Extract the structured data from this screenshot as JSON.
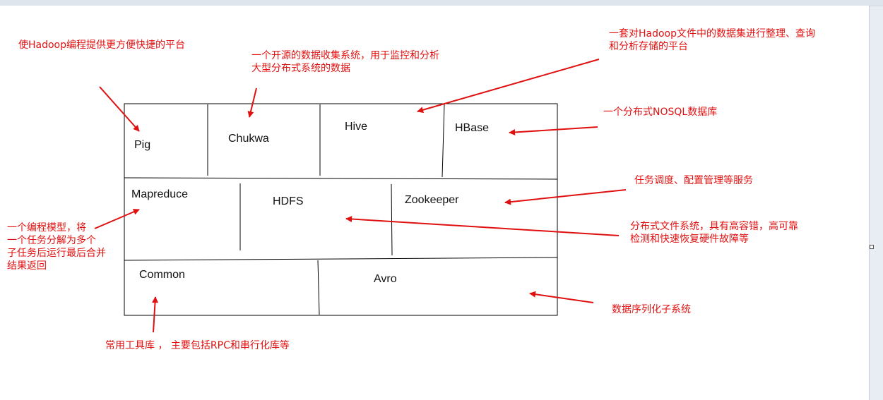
{
  "components": {
    "pig": "Pig",
    "chukwa": "Chukwa",
    "hive": "Hive",
    "hbase": "HBase",
    "mapreduce": "Mapreduce",
    "hdfs": "HDFS",
    "zookeeper": "Zookeeper",
    "common": "Common",
    "avro": "Avro"
  },
  "annotations": {
    "pig": [
      "使Hadoop编程提供更方便快捷的平台"
    ],
    "chukwa": [
      "一个开源的数据收集系统，用于监控和分析",
      "大型分布式系统的数据"
    ],
    "hive": [
      "一套对Hadoop文件中的数据集进行整理、查询",
      "和分析存储的平台"
    ],
    "hbase": [
      "一个分布式NOSQL数据库"
    ],
    "zookeeper": [
      "任务调度、配置管理等服务"
    ],
    "hdfs": [
      "分布式文件系统，具有高容错，高可靠",
      "检测和快速恢复硬件故障等"
    ],
    "mapreduce": [
      "一个编程模型，将",
      "一个任务分解为多个",
      "子任务后运行最后合并",
      "结果返回"
    ],
    "avro": [
      "数据序列化子系统"
    ],
    "common": [
      "常用工具库 ， 主要包括RPC和串行化库等"
    ]
  },
  "colors": {
    "annotation": "#e01010",
    "box": "#000000"
  }
}
